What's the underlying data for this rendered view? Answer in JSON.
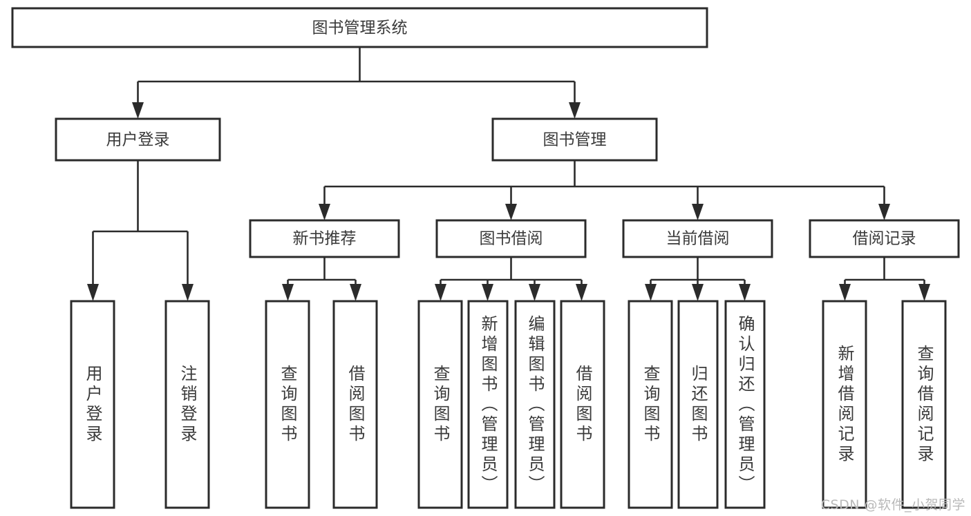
{
  "diagram": {
    "title": "图书管理系统",
    "type": "tree-hierarchy",
    "colors": {
      "box_stroke": "#2b2b2b",
      "box_fill": "#ffffff",
      "text": "#3a3a3a",
      "connector": "#2b2b2b",
      "watermark": "#b9b9b9",
      "background": "#ffffff"
    },
    "root": {
      "label": "图书管理系统"
    },
    "level2": [
      {
        "label": "用户登录"
      },
      {
        "label": "图书管理"
      }
    ],
    "level3": [
      {
        "label": "新书推荐"
      },
      {
        "label": "图书借阅"
      },
      {
        "label": "当前借阅"
      },
      {
        "label": "借阅记录"
      }
    ],
    "leaves": {
      "user_login": [
        {
          "label": "用户登录"
        },
        {
          "label": "注销登录"
        }
      ],
      "new_book_recommend": [
        {
          "label": "查询图书"
        },
        {
          "label": "借阅图书"
        }
      ],
      "book_borrow": [
        {
          "label": "查询图书"
        },
        {
          "label": "新增图书（管理员）"
        },
        {
          "label": "编辑图书（管理员）"
        },
        {
          "label": "借阅图书"
        }
      ],
      "current_borrow": [
        {
          "label": "查询图书"
        },
        {
          "label": "归还图书"
        },
        {
          "label": "确认归还（管理员）"
        }
      ],
      "borrow_record": [
        {
          "label": "新增借阅记录"
        },
        {
          "label": "查询借阅记录"
        }
      ]
    }
  },
  "watermark": {
    "text": "CSDN @软件_小贺同学"
  }
}
